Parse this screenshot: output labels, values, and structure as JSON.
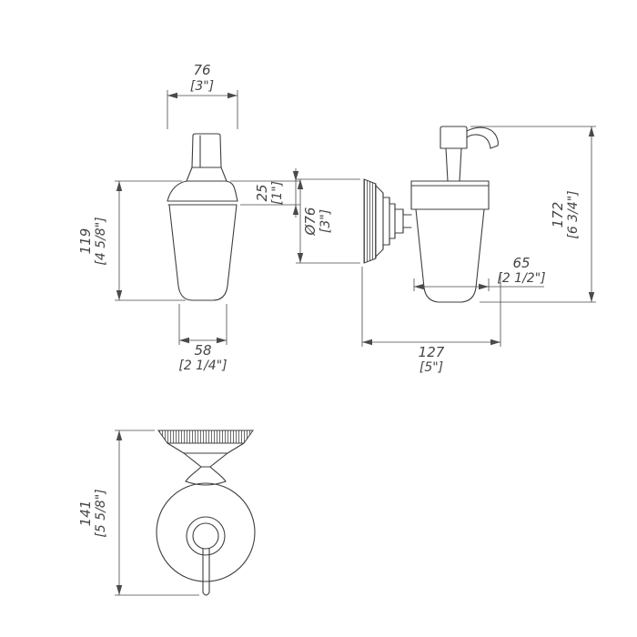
{
  "drawing": {
    "front": {
      "top_width_mm": "76",
      "top_width_in": "[3\"]",
      "height_mm": "119",
      "height_in": "[4 5/8\"]",
      "collar_mm": "25",
      "collar_in": "[1\"]",
      "bottom_width_mm": "58",
      "bottom_width_in": "[2 1/4\"]"
    },
    "side": {
      "height_mm": "172",
      "height_in": "[6 3/4\"]",
      "diameter_mm": "Ø76",
      "diameter_in": "[3\"]",
      "glass_depth_mm": "65",
      "glass_depth_in": "[2 1/2\"]",
      "total_depth_mm": "127",
      "total_depth_in": "[5\"]"
    },
    "plan": {
      "height_mm": "141",
      "height_in": "[5 5/8\"]"
    }
  }
}
